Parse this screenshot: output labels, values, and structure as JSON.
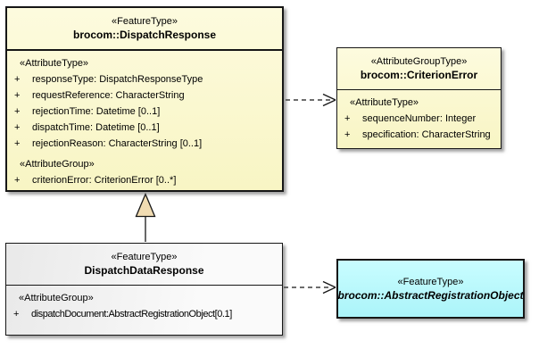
{
  "classes": [
    {
      "stereotype": "«FeatureType»",
      "name": "brocom::DispatchResponse",
      "sections": [
        {
          "header": "«AttributeType»",
          "items": [
            {
              "vis": "+",
              "text": "responseType: DispatchResponseType"
            },
            {
              "vis": "+",
              "text": "requestReference: CharacterString"
            },
            {
              "vis": "+",
              "text": "rejectionTime: Datetime [0..1]"
            },
            {
              "vis": "+",
              "text": "dispatchTime: Datetime [0..1]"
            },
            {
              "vis": "+",
              "text": "rejectionReason: CharacterString [0..1]"
            }
          ]
        },
        {
          "header": "«AttributeGroup»",
          "items": [
            {
              "vis": "+",
              "text": "criterionError: CriterionError [0..*]"
            }
          ]
        }
      ]
    },
    {
      "stereotype": "«AttributeGroupType»",
      "name": "brocom::CriterionError",
      "sections": [
        {
          "header": "«AttributeType»",
          "items": [
            {
              "vis": "+",
              "text": "sequenceNumber: Integer"
            },
            {
              "vis": "+",
              "text": "specification: CharacterString"
            }
          ]
        }
      ]
    },
    {
      "stereotype": "«FeatureType»",
      "name": "DispatchDataResponse",
      "sections": [
        {
          "header": "«AttributeGroup»",
          "items": [
            {
              "vis": "+",
              "text": "dispatchDocument:AbstractRegistrationObject[0.1]"
            }
          ]
        }
      ]
    },
    {
      "stereotype": "«FeatureType»",
      "name": "brocom::AbstractRegistrationObject"
    }
  ],
  "relationships": [
    {
      "type": "dependency",
      "style": "dashed-open-arrow",
      "from": "brocom::DispatchResponse",
      "to": "brocom::CriterionError"
    },
    {
      "type": "generalization",
      "style": "solid-line-triangle",
      "from": "DispatchDataResponse",
      "to": "brocom::DispatchResponse"
    },
    {
      "type": "dependency",
      "style": "dashed-open-arrow",
      "from": "DispatchDataResponse",
      "to": "brocom::AbstractRegistrationObject"
    }
  ],
  "colors": {
    "class_fill_yellow": "#FAF7C9",
    "class_fill_gray": "#EFEFEF",
    "class_fill_cyan": "#BCF9FC",
    "border": "#161616",
    "generalization_triangle_fill": "#F1DCB2",
    "shadow": "#9B9B9B",
    "background": "#FFFFFF"
  }
}
